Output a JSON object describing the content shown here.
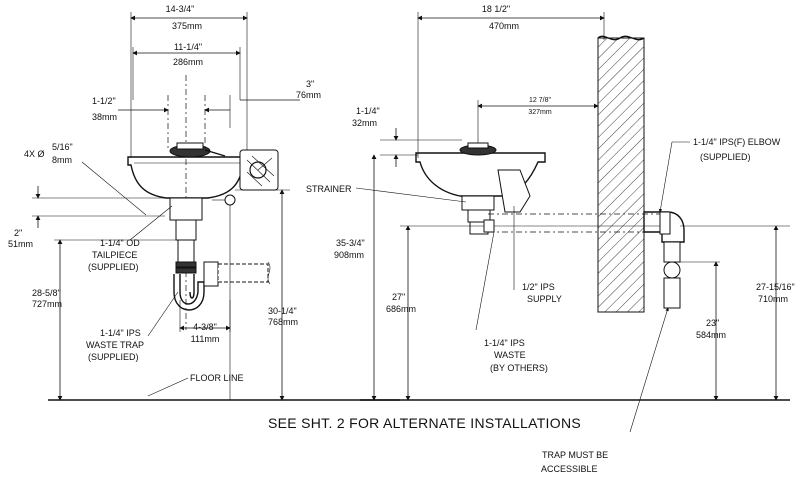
{
  "front_view": {
    "overall_width": {
      "imperial": "14-3/4\"",
      "metric": "375mm"
    },
    "bowl_width": {
      "imperial": "11-1/4\"",
      "metric": "286mm"
    },
    "offset_right": {
      "imperial": "3\"",
      "metric": "76mm"
    },
    "offset_left": {
      "imperial": "1-1/2\"",
      "metric": "38mm"
    },
    "holes": {
      "label": "4X Ø",
      "imperial": "5/16\"",
      "metric": "8mm"
    },
    "rim_height": {
      "imperial": "2\"",
      "metric": "51mm"
    },
    "tailpiece": [
      "1-1/4\" OD",
      "TAILPIECE",
      "(SUPPLIED)"
    ],
    "trap_height": {
      "imperial": "28-5/8\"",
      "metric": "727mm"
    },
    "waste_trap": [
      "1-1/4\" IPS",
      "WASTE TRAP",
      "(SUPPLIED)"
    ],
    "trap_offset": {
      "imperial": "4-3/8\"",
      "metric": "111mm"
    },
    "supply_height": {
      "imperial": "30-1/4\"",
      "metric": "768mm"
    },
    "floor_line": "FLOOR LINE"
  },
  "side_view": {
    "overall_depth": {
      "imperial": "18 1/2\"",
      "metric": "470mm"
    },
    "inner_depth": {
      "imperial": "12 7/8\"",
      "metric": "327mm"
    },
    "top_offset": {
      "imperial": "1-1/4\"",
      "metric": "32mm"
    },
    "elbow": [
      "1-1/4\" IPS(F) ELBOW",
      "(SUPPLIED)"
    ],
    "strainer": "STRAINER",
    "overall_height": {
      "imperial": "35-3/4\"",
      "metric": "908mm"
    },
    "waste_height": {
      "imperial": "27\"",
      "metric": "686mm"
    },
    "supply": [
      "1/2\" IPS",
      "SUPPLY"
    ],
    "waste": [
      "1-1/4\" IPS",
      "WASTE",
      "(BY OTHERS)"
    ],
    "trap_drop": {
      "imperial": "23\"",
      "metric": "584mm"
    },
    "elbow_height": {
      "imperial": "27-15/16\"",
      "metric": "710mm"
    },
    "trap_note": [
      "TRAP MUST BE",
      "ACCESSIBLE"
    ]
  },
  "footer_note": "SEE SHT. 2 FOR ALTERNATE INSTALLATIONS"
}
